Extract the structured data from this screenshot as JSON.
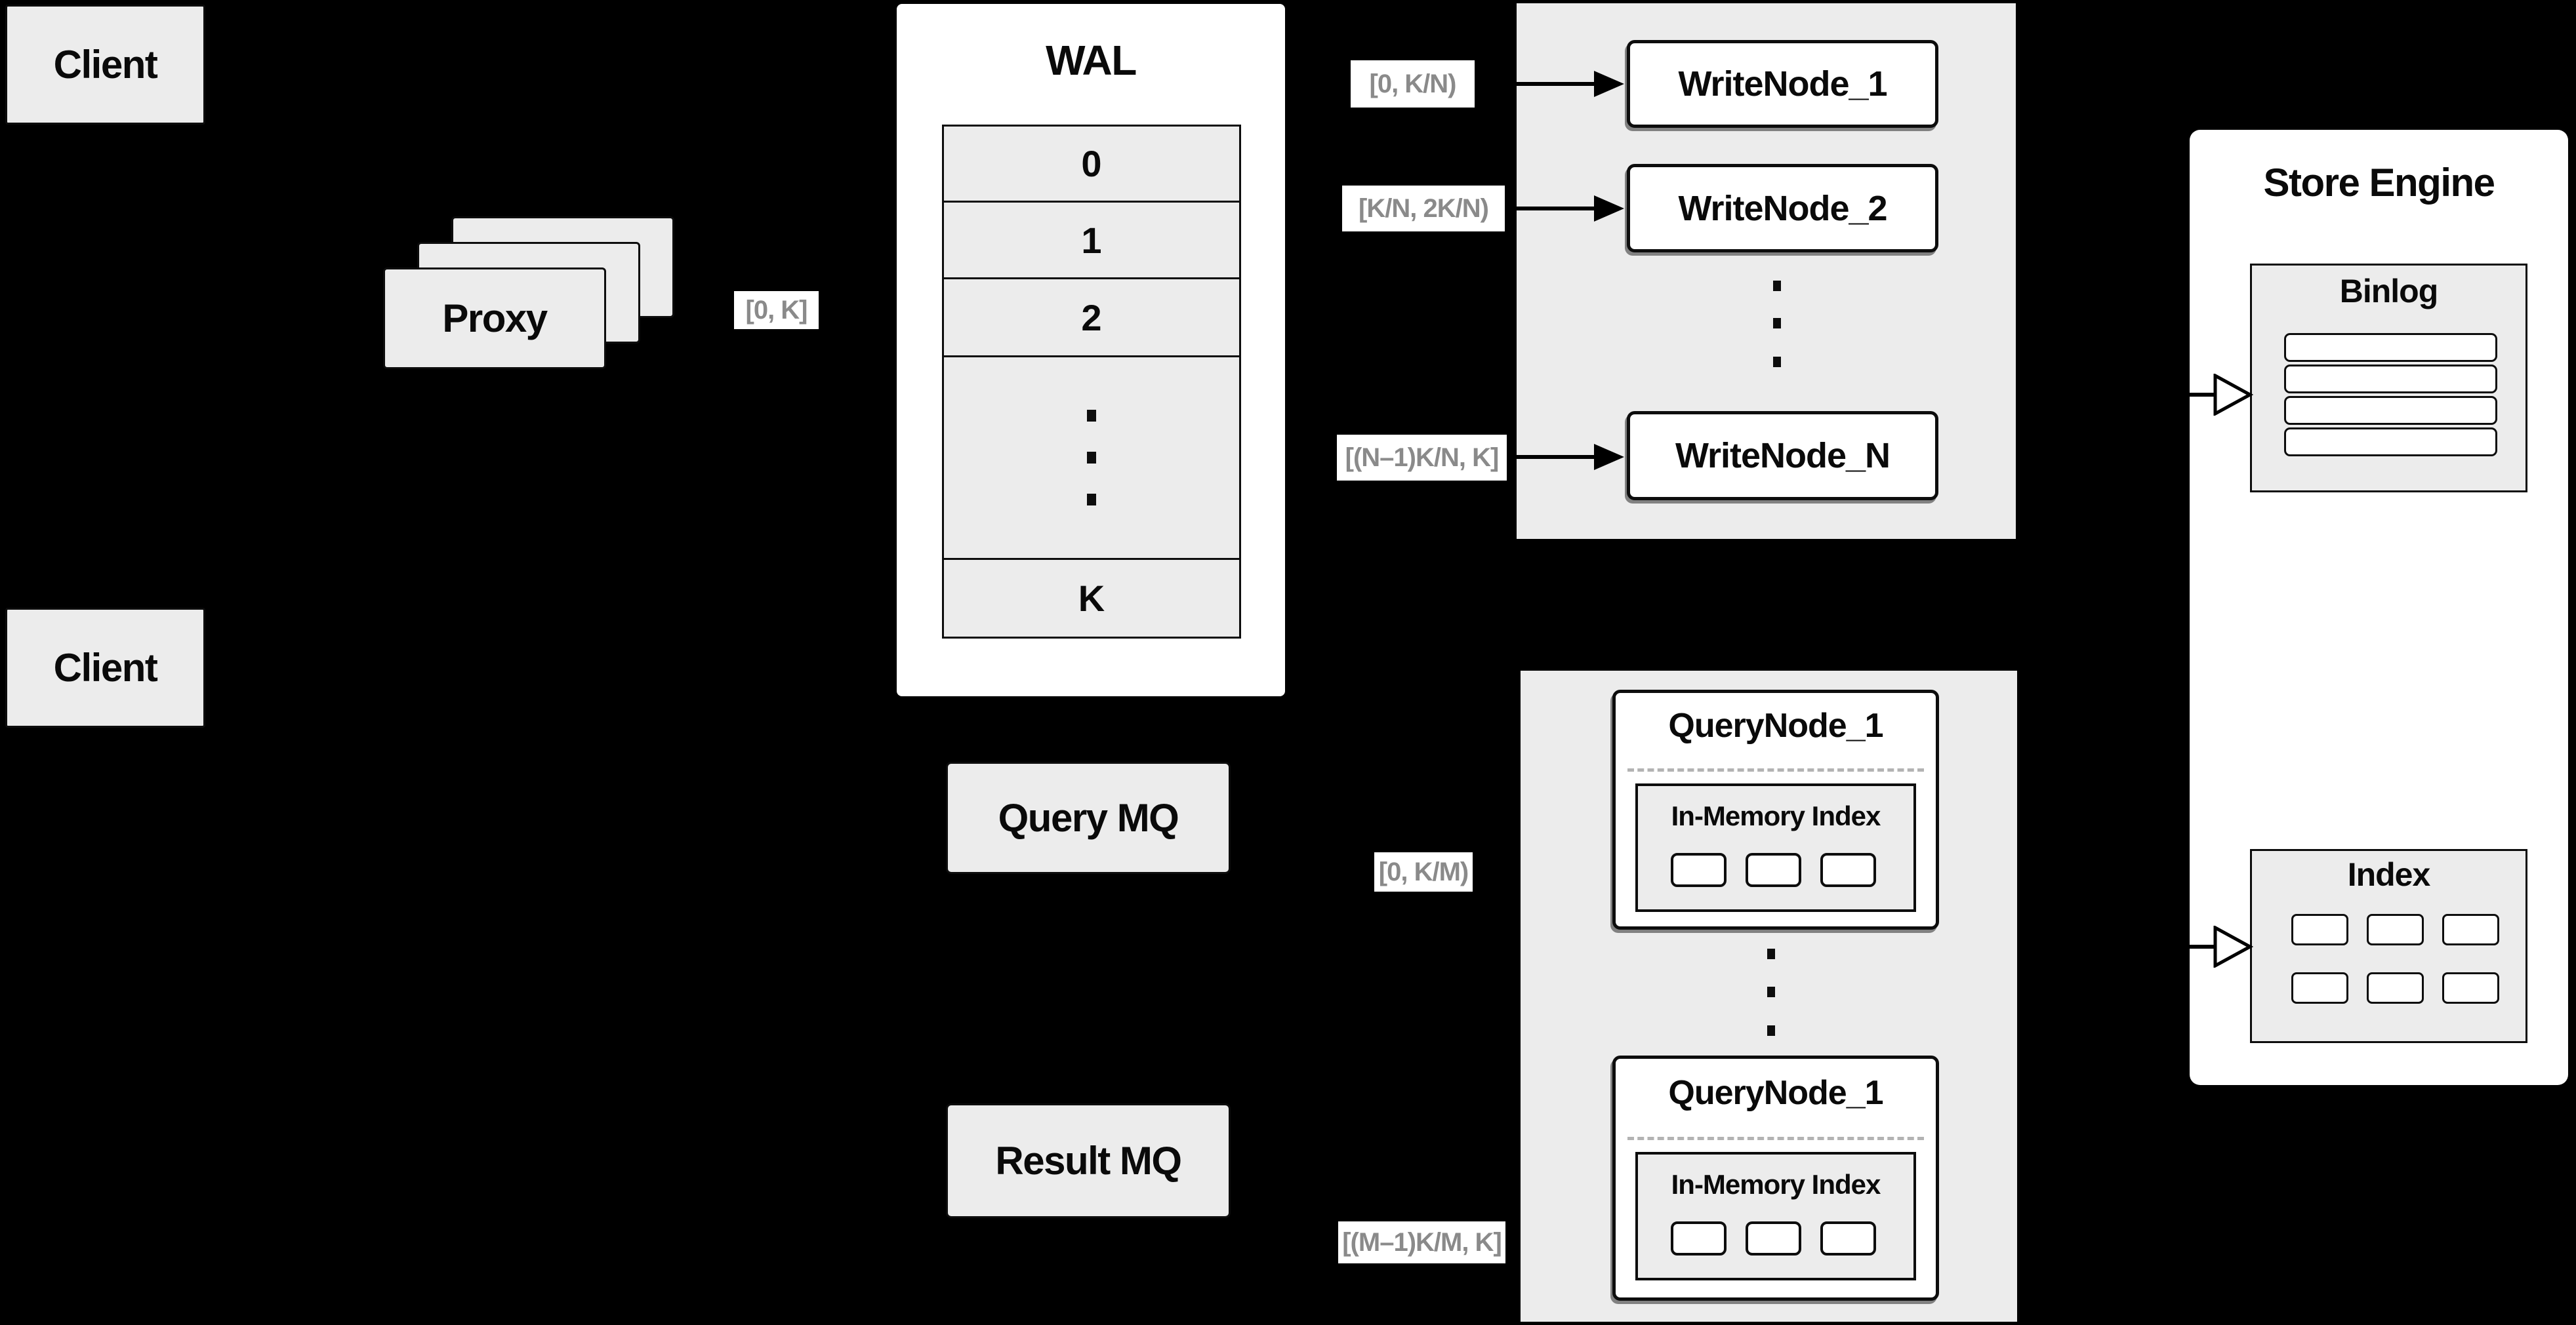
{
  "diagram": {
    "clients": {
      "top": "Client",
      "bottom": "Client"
    },
    "proxy": {
      "label": "Proxy"
    },
    "wal": {
      "title": "WAL",
      "rows": [
        "0",
        "1",
        "2",
        "K"
      ]
    },
    "range_labels": {
      "proxy_to_wal": "[0, K]",
      "to_writenode_1": "[0, K/N)",
      "to_writenode_2": "[K/N, 2K/N)",
      "to_writenode_n": "[(N–1)K/N, K]",
      "to_querynode_1": "[0, K/M)",
      "to_querynode_m": "[(M–1)K/M, K]"
    },
    "write_nodes": {
      "node1": "WriteNode_1",
      "node2": "WriteNode_2",
      "nodeN": "WriteNode_N"
    },
    "query_mq": {
      "label": "Query MQ"
    },
    "result_mq": {
      "label": "Result MQ"
    },
    "query_nodes": {
      "top": {
        "title": "QueryNode_1",
        "inner_title": "In-Memory Index"
      },
      "bottom": {
        "title": "QueryNode_1",
        "inner_title": "In-Memory Index"
      }
    },
    "store_engine": {
      "title": "Store Engine",
      "binlog_title": "Binlog",
      "index_title": "Index"
    },
    "colors": {
      "background": "#000000",
      "box_gray": "#ececec",
      "panel_white": "#ffffff",
      "border_black": "#0d0d0d",
      "label_gray_text": "#8a8a8a",
      "dashed_divider": "#b3b3b3"
    }
  }
}
